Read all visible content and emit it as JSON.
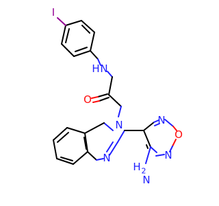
{
  "molecule": {
    "atoms": {
      "iodine": {
        "symbol": "I",
        "color": "#940094"
      },
      "amide_n": {
        "symbol": "N",
        "h": "H",
        "color": "#2020ff"
      },
      "carbonyl_o": {
        "symbol": "O",
        "color": "#ff0d0d"
      },
      "benzimidazole_n1": {
        "symbol": "N",
        "color": "#2020ff"
      },
      "benzimidazole_n3": {
        "symbol": "N",
        "color": "#2020ff"
      },
      "oxadiazole_n2": {
        "symbol": "N",
        "color": "#2020ff"
      },
      "oxadiazole_o": {
        "symbol": "O",
        "color": "#ff0d0d"
      },
      "oxadiazole_n5": {
        "symbol": "N",
        "color": "#2020ff"
      },
      "amino": {
        "main": "H",
        "sub": "2",
        "n": "N",
        "color": "#2020ff"
      }
    }
  }
}
